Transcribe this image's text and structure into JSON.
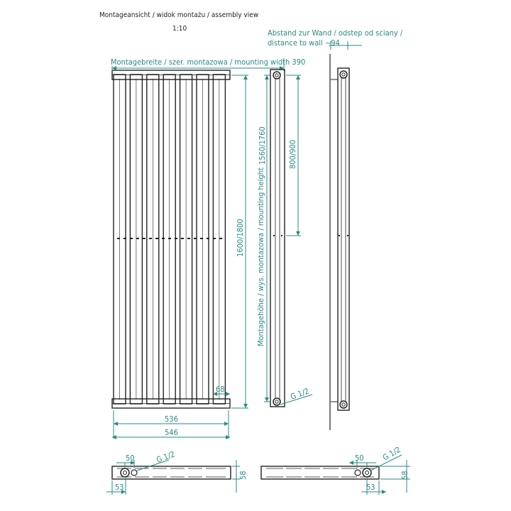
{
  "header": {
    "title": "Montageansicht / widok montażu / assembly view",
    "scale": "1:10"
  },
  "labels": {
    "wall_distance_line1": "Abstand zur Wand / odstep od sciany /",
    "wall_distance_line2": "distance to wall ~94",
    "mounting_width": "Montagebreite / szer. montazowa / mounting width 390",
    "mounting_height": "Montagehöhe / wys. montazowa / mounting height",
    "height_total": "1600/1800",
    "height_mount": "1560/1760",
    "height_mid": "800/900",
    "tube_pitch": "68",
    "width_inner": "536",
    "width_outer": "546",
    "connection": "G 1/2",
    "plan_pipe_offset": "50",
    "plan_connection": "G 1/2",
    "plan_depth": "58",
    "plan_edge": "53",
    "plan_right_pipe_offset": "50",
    "plan_right_connection": "G 1/2",
    "plan_right_depth": "58",
    "plan_right_edge": "53"
  },
  "colors": {
    "dimension": "#2a8a86",
    "line": "#222222"
  }
}
